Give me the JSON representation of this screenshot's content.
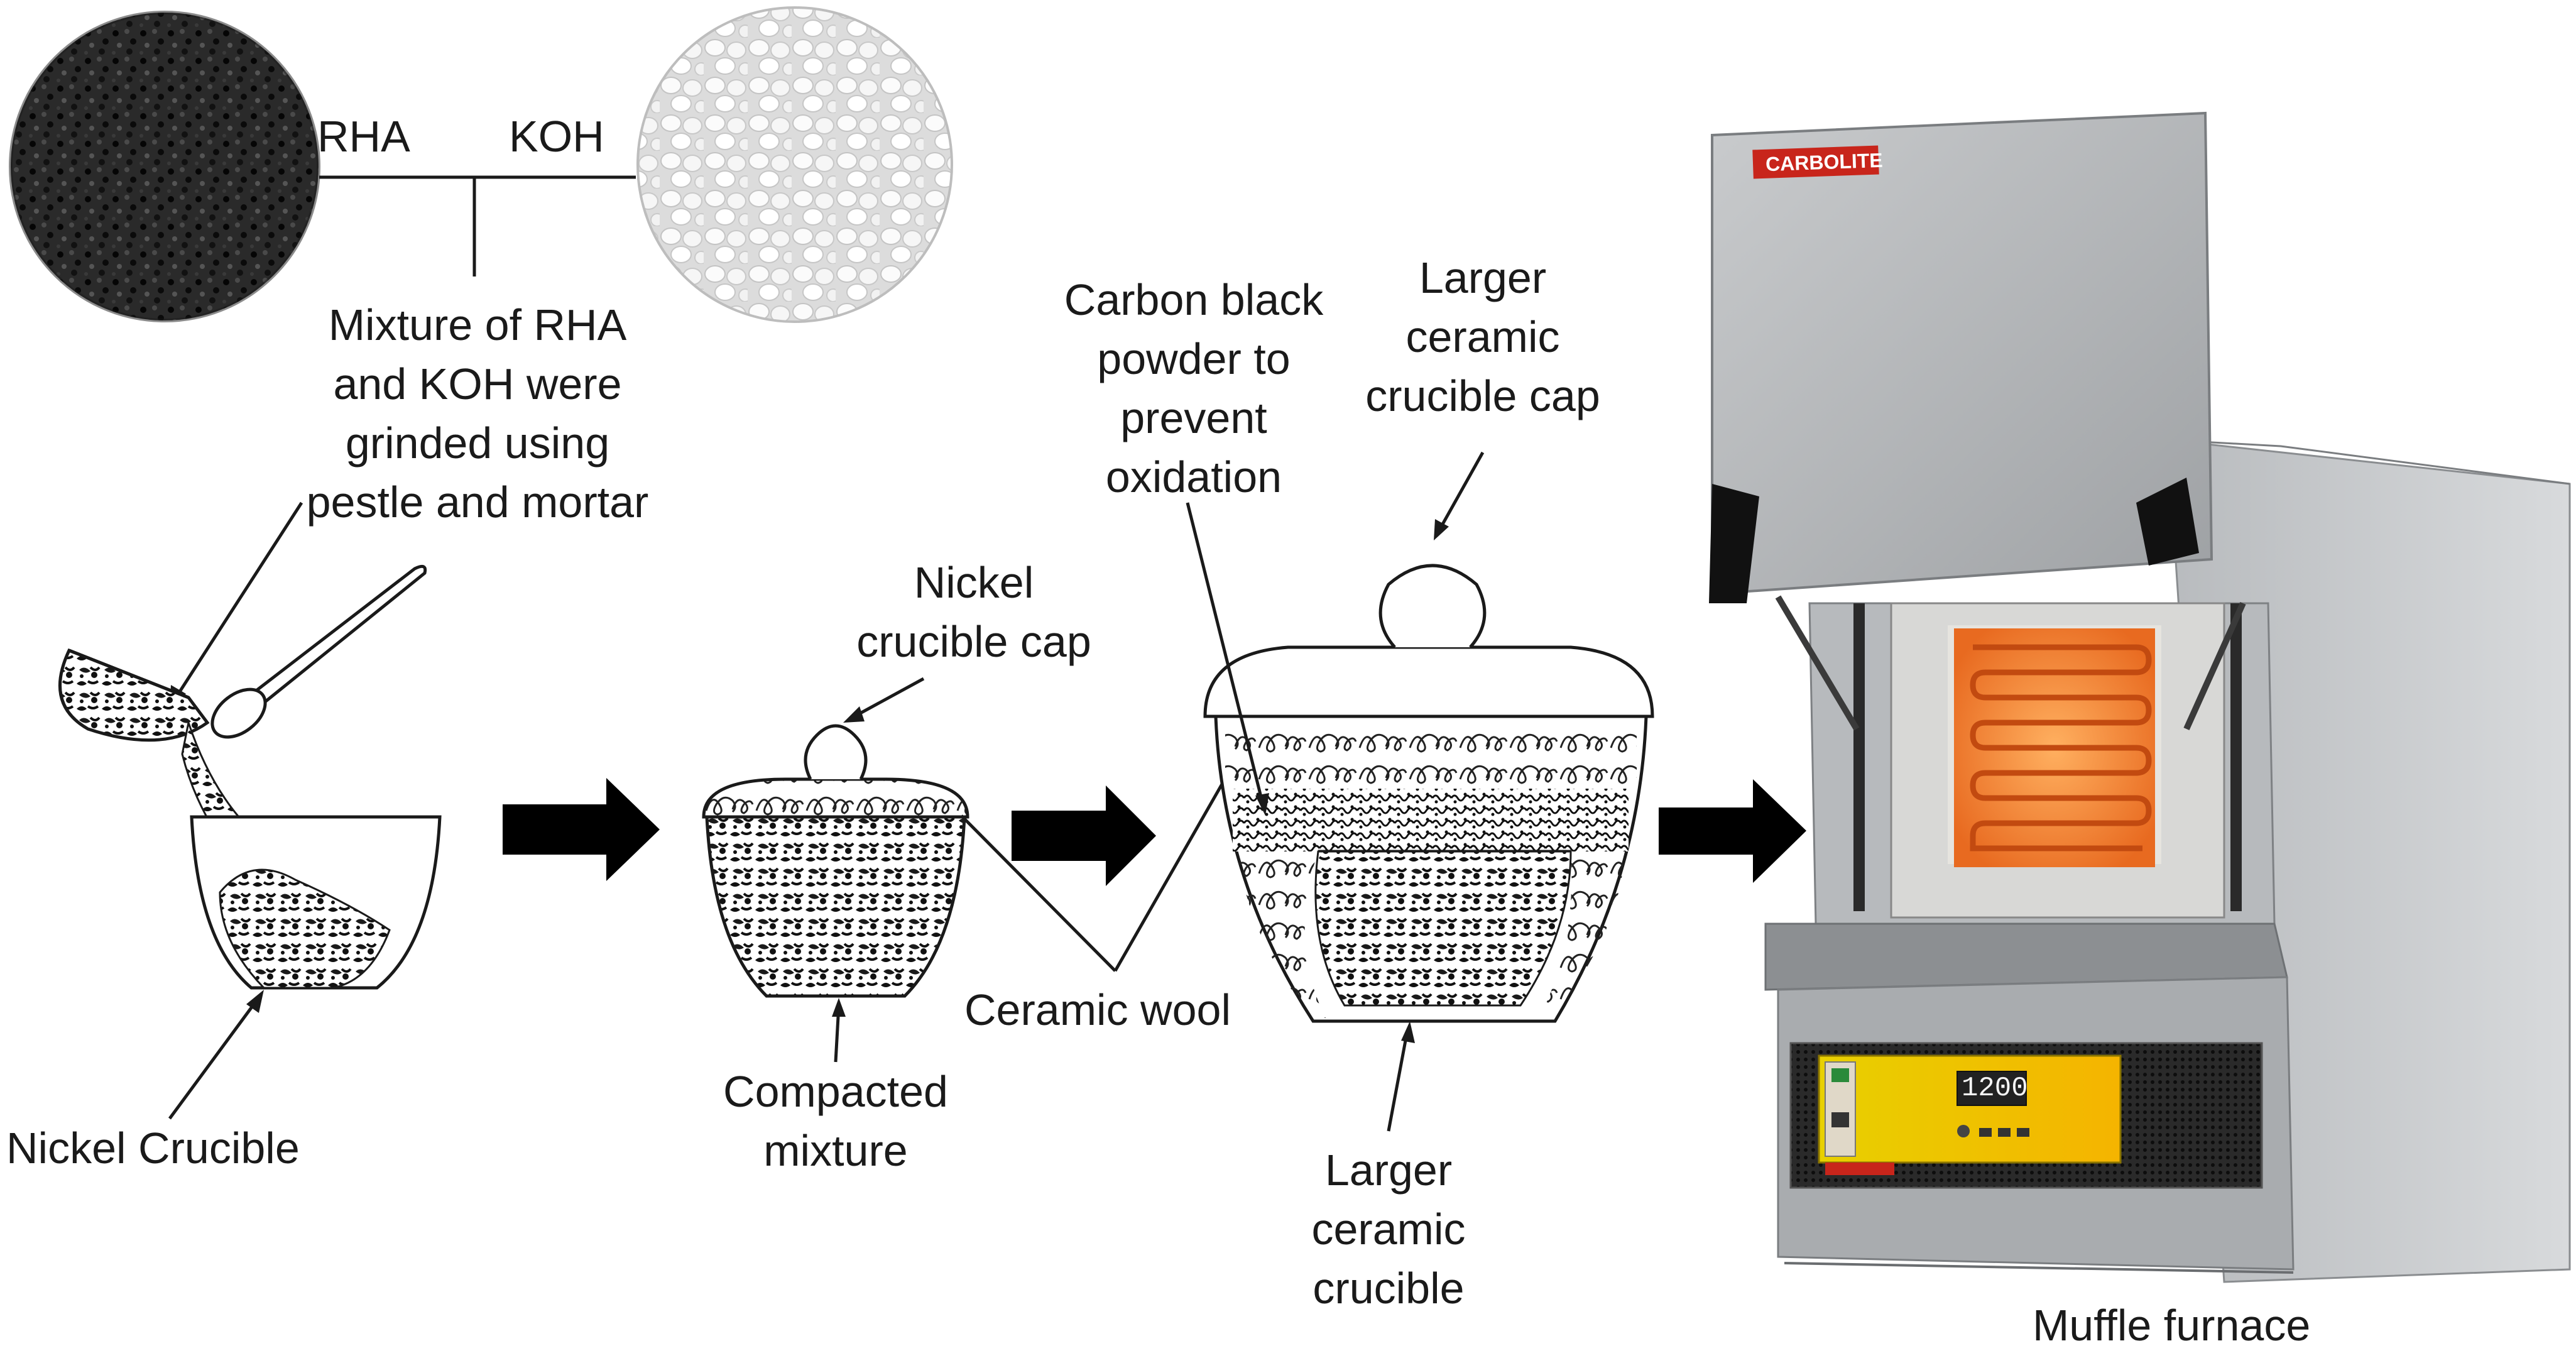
{
  "labels": {
    "rha": "RHA",
    "koh": "KOH",
    "mixture": [
      "Mixture of RHA",
      "and KOH were",
      "grinded using",
      "pestle and mortar"
    ],
    "nickel_crucible": "Nickel Crucible",
    "nickel_cap": [
      "Nickel",
      "crucible cap"
    ],
    "compacted": [
      "Compacted",
      "mixture"
    ],
    "carbon_black": [
      "Carbon black",
      "powder to",
      "prevent",
      "oxidation"
    ],
    "larger_cap": [
      "Larger",
      "ceramic",
      "crucible cap"
    ],
    "ceramic_wool": "Ceramic wool",
    "larger_crucible": [
      "Larger",
      "ceramic",
      "crucible"
    ],
    "muffle_furnace": "Muffle furnace"
  },
  "furnace": {
    "brand": "CARBOLITE",
    "display": "1200"
  },
  "colors": {
    "ink": "#1a1a1a",
    "arrow": "#000000",
    "steel": "#a8abae",
    "steel_dark": "#6d7073",
    "heater": "#f08a3a",
    "panel": "#f2c200",
    "brand_red": "#c8251b"
  }
}
